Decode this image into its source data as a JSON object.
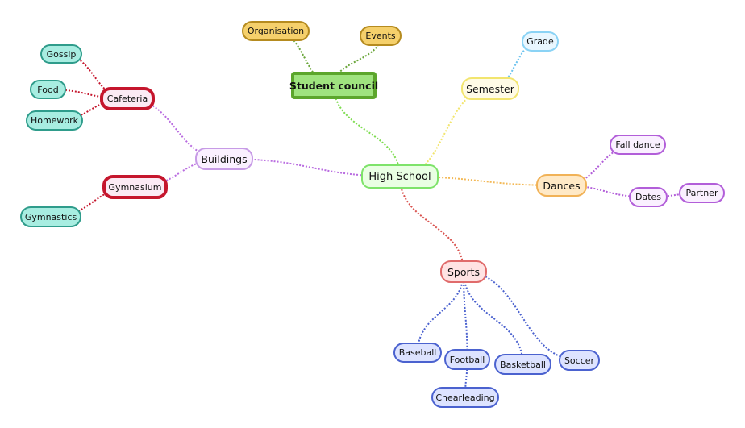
{
  "nodes": {
    "high_school": "High School",
    "student_council": "Student council",
    "organisation": "Organisation",
    "events": "Events",
    "semester": "Semester",
    "grade": "Grade",
    "dances": "Dances",
    "fall_dance": "Fall dance",
    "dates": "Dates",
    "partner": "Partner",
    "buildings": "Buildings",
    "cafeteria": "Cafeteria",
    "gossip": "Gossip",
    "food": "Food",
    "homework": "Homework",
    "gymnasium": "Gymnasium",
    "gymnastics": "Gymnastics",
    "sports": "Sports",
    "baseball": "Baseball",
    "football": "Football",
    "basketball": "Basketball",
    "soccer": "Soccer",
    "chearleading": "Chearleading"
  },
  "edges": [
    {
      "from": "high_school",
      "to": "student_council",
      "color": "#7ddc4f"
    },
    {
      "from": "student_council",
      "to": "organisation",
      "color": "#6aa63a"
    },
    {
      "from": "student_council",
      "to": "events",
      "color": "#6aa63a"
    },
    {
      "from": "high_school",
      "to": "semester",
      "color": "#f2e56e"
    },
    {
      "from": "semester",
      "to": "grade",
      "color": "#6cc3ef"
    },
    {
      "from": "high_school",
      "to": "dances",
      "color": "#f3b957"
    },
    {
      "from": "dances",
      "to": "fall_dance",
      "color": "#b25ed9"
    },
    {
      "from": "dances",
      "to": "dates",
      "color": "#b25ed9"
    },
    {
      "from": "dates",
      "to": "partner",
      "color": "#b25ed9"
    },
    {
      "from": "high_school",
      "to": "buildings",
      "color": "#b96ce0"
    },
    {
      "from": "buildings",
      "to": "cafeteria",
      "color": "#b96ce0"
    },
    {
      "from": "buildings",
      "to": "gymnasium",
      "color": "#b96ce0"
    },
    {
      "from": "cafeteria",
      "to": "gossip",
      "color": "#c5162d"
    },
    {
      "from": "cafeteria",
      "to": "food",
      "color": "#c5162d"
    },
    {
      "from": "cafeteria",
      "to": "homework",
      "color": "#c5162d"
    },
    {
      "from": "gymnasium",
      "to": "gymnastics",
      "color": "#c5162d"
    },
    {
      "from": "high_school",
      "to": "sports",
      "color": "#d9534f"
    },
    {
      "from": "sports",
      "to": "baseball",
      "color": "#4b62cf"
    },
    {
      "from": "sports",
      "to": "football",
      "color": "#4b62cf"
    },
    {
      "from": "sports",
      "to": "basketball",
      "color": "#4b62cf"
    },
    {
      "from": "sports",
      "to": "soccer",
      "color": "#4b62cf"
    },
    {
      "from": "football",
      "to": "chearleading",
      "color": "#4b62cf"
    }
  ]
}
